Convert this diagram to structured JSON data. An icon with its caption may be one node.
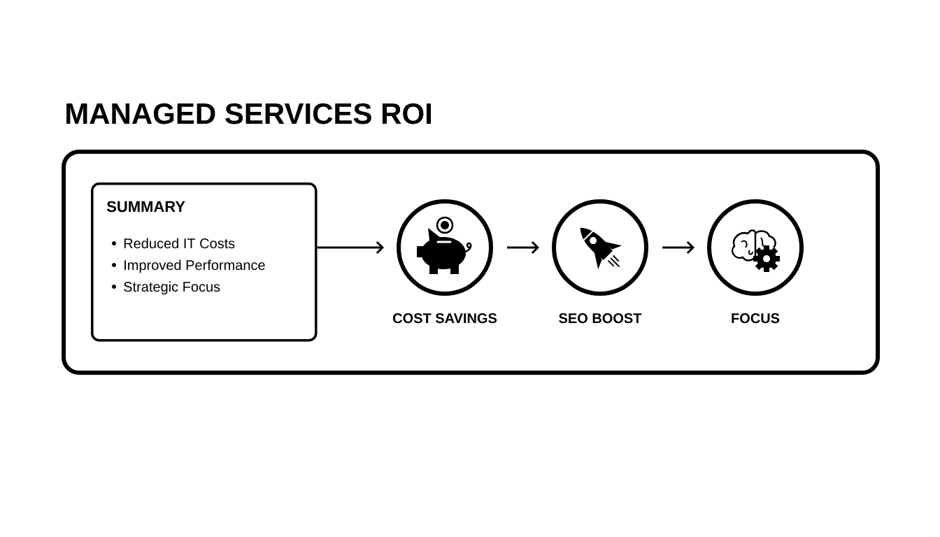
{
  "diagram": {
    "title": "MANAGED SERVICES ROI",
    "nodes": [
      {
        "text": [],
        "shape": "box"
      },
      {
        "text": [
          "SUMMARY",
          "Reduced IT Costs",
          "Improved Performance",
          "Strategic Focus"
        ],
        "in": 0
      },
      {
        "text": [],
        "shape": "circle",
        "beside": [
          "COST SAVINGS"
        ],
        "in": 0
      },
      {
        "text": [],
        "shape": "circle",
        "beside": [
          "SEO BOOST"
        ],
        "in": 0
      },
      {
        "text": [],
        "shape": "circle",
        "beside": [
          "FOCUS"
        ],
        "in": 0
      }
    ],
    "edges": [
      {
        "from": 1,
        "to": 2,
        "arrow": "to"
      },
      {
        "from": 2,
        "to": 3,
        "arrow": "to"
      },
      {
        "from": 3,
        "to": 4,
        "arrow": "to"
      }
    ]
  }
}
